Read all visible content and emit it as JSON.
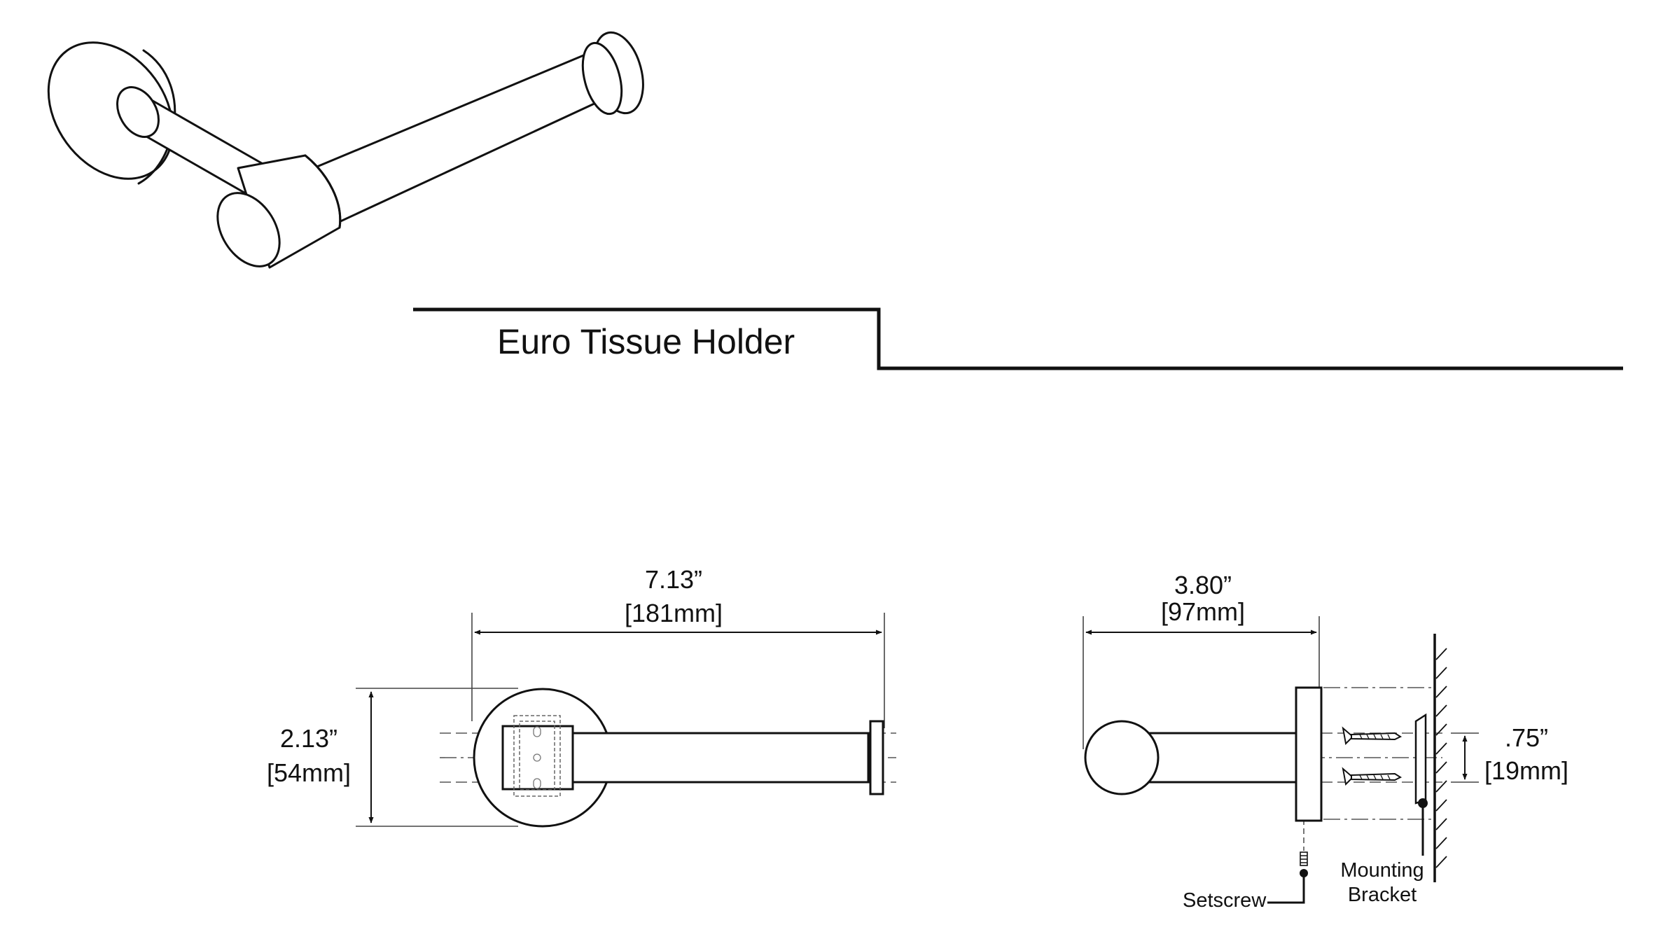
{
  "title": "Euro Tissue Holder",
  "dimensions": {
    "length": {
      "imperial": "7.13”",
      "metric": "[181mm]"
    },
    "depth": {
      "imperial": "3.80”",
      "metric": "[97mm]"
    },
    "height": {
      "imperial": "2.13”",
      "metric": "[54mm]"
    },
    "bracket_spacing": {
      "imperial": ".75”",
      "metric": "[19mm]"
    }
  },
  "callouts": {
    "setscrew": "Setscrew",
    "mounting_bracket": [
      "Mounting",
      "Bracket"
    ]
  },
  "colors": {
    "line": "#111111",
    "dim_line": "#444444",
    "background": "#ffffff"
  }
}
